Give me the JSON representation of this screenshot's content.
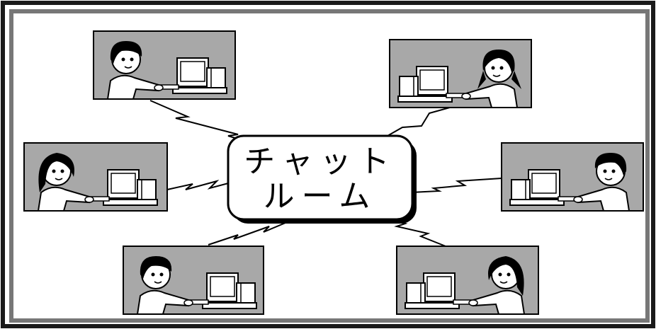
{
  "diagram": {
    "hub": {
      "line1": "チャット",
      "line2": "ルーム"
    },
    "nodes": [
      {
        "name": "user-top-left",
        "hair": "short",
        "facing": "left"
      },
      {
        "name": "user-top-right",
        "hair": "long-pigtails",
        "facing": "right"
      },
      {
        "name": "user-middle-left",
        "hair": "long",
        "facing": "left"
      },
      {
        "name": "user-middle-right",
        "hair": "short",
        "facing": "right"
      },
      {
        "name": "user-bottom-left",
        "hair": "short",
        "facing": "left"
      },
      {
        "name": "user-bottom-right",
        "hair": "long",
        "facing": "right"
      }
    ],
    "colors": {
      "panel": "#a8a8a8",
      "ink": "#000000",
      "paper": "#ffffff",
      "frame": "#1a1a1a"
    }
  }
}
